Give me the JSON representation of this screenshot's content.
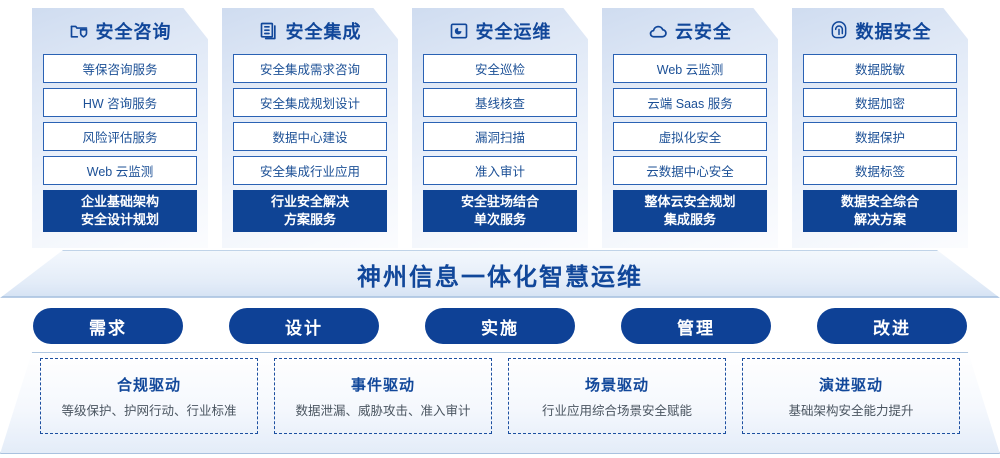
{
  "columns": [
    {
      "icon": "folder-shield-icon",
      "title": "安全咨询",
      "items": [
        "等保咨询服务",
        "HW 咨询服务",
        "风险评估服务",
        "Web 云监测"
      ],
      "highlight": [
        "企业基础架构",
        "安全设计规划"
      ]
    },
    {
      "icon": "documents-stack-icon",
      "title": "安全集成",
      "items": [
        "安全集成需求咨询",
        "安全集成规划设计",
        "数据中心建设",
        "安全集成行业应用"
      ],
      "highlight": [
        "行业安全解决",
        "方案服务"
      ]
    },
    {
      "icon": "monitor-chart-icon",
      "title": "安全运维",
      "items": [
        "安全巡检",
        "基线核查",
        "漏洞扫描",
        "准入审计"
      ],
      "highlight": [
        "安全驻场结合",
        "单次服务"
      ]
    },
    {
      "icon": "cloud-icon",
      "title": "云安全",
      "items": [
        "Web 云监测",
        "云端 Saas 服务",
        "虚拟化安全",
        "云数据中心安全"
      ],
      "highlight": [
        "整体云安全规划",
        "集成服务"
      ]
    },
    {
      "icon": "fingerprint-icon",
      "title": "数据安全",
      "items": [
        "数据脱敏",
        "数据加密",
        "数据保护",
        "数据标签"
      ],
      "highlight": [
        "数据安全综合",
        "解决方案"
      ]
    }
  ],
  "banner": {
    "title": "神州信息一体化智慧运维"
  },
  "pills": [
    {
      "label": "需求"
    },
    {
      "label": "设计"
    },
    {
      "label": "实施"
    },
    {
      "label": "管理"
    },
    {
      "label": "改进"
    }
  ],
  "drivers": [
    {
      "title": "合规驱动",
      "subtitle": "等级保护、护网行动、行业标准"
    },
    {
      "title": "事件驱动",
      "subtitle": "数据泄漏、威胁攻击、准入审计"
    },
    {
      "title": "场景驱动",
      "subtitle": "行业应用综合场景安全赋能"
    },
    {
      "title": "演进驱动",
      "subtitle": "基础架构安全能力提升"
    }
  ],
  "colors": {
    "brand_blue": "#11479a",
    "solid_blue": "#0f4495",
    "pill_blue": "#0e4196",
    "card_border": "#2a62b4",
    "panel_gradient_start": "#cfdcf0",
    "panel_gradient_end": "#fbfcfe",
    "driver_dash": "#1c4fa0",
    "driver_subtitle": "#4a5560"
  }
}
